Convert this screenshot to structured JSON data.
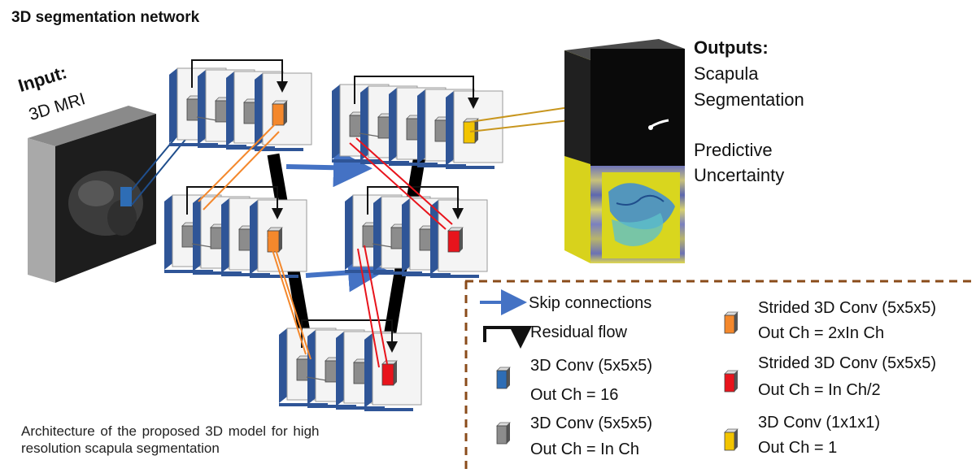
{
  "title": "3D segmentation network",
  "input": {
    "title": "Input:",
    "subtitle": "3D MRI"
  },
  "outputs": {
    "title": "Outputs:",
    "segmentation": [
      "Scapula",
      "Segmentation"
    ],
    "uncertainty": [
      "Predictive",
      "Uncertainty"
    ]
  },
  "legend": {
    "skip": "Skip connections",
    "residual": "Residual flow",
    "conv16": [
      "3D Conv (5x5x5)",
      "Out Ch = 16"
    ],
    "convIn": [
      "3D Conv (5x5x5)",
      "Out Ch = In Ch"
    ],
    "stridedUp": [
      "Strided 3D Conv (5x5x5)",
      "Out Ch = 2xIn Ch"
    ],
    "stridedDown": [
      "Strided 3D Conv (5x5x5)",
      "Out Ch = In Ch/2"
    ],
    "conv1": [
      "3D Conv (1x1x1)",
      "Out Ch = 1"
    ]
  },
  "caption": [
    "Architecture of the proposed 3D model for high",
    "resolution scapula segmentation"
  ],
  "colors": {
    "block_blue": "#2f5597",
    "conv16_blue": "#2e6db5",
    "gray": "#8c8c8c",
    "orange": "#f4882c",
    "red": "#e8141c",
    "yellow": "#f2c400",
    "skip_arrow": "#4472c4",
    "dashed_border": "#8a4b1a",
    "gold_line": "#c8961e"
  }
}
